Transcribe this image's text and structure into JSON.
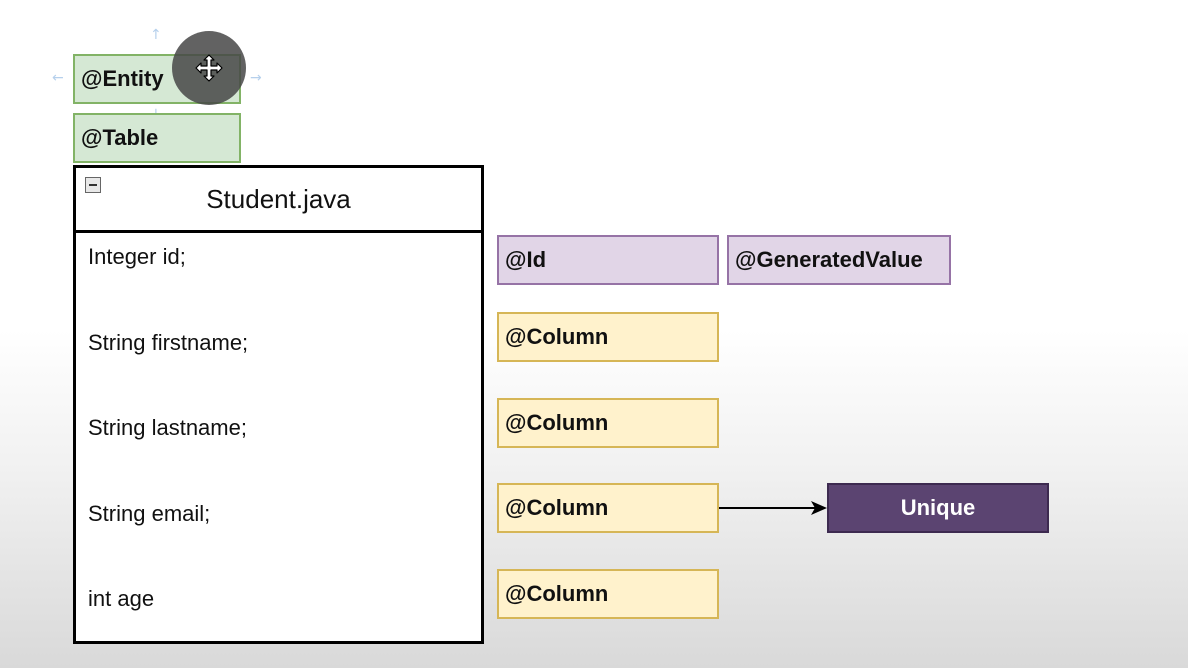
{
  "annotations": {
    "entity": "@Entity",
    "table": "@Table",
    "id": "@Id",
    "generated_value": "@GeneratedValue",
    "column": "@Column"
  },
  "class_box": {
    "title": "Student.java",
    "fields": [
      "Integer id;",
      "String firstname;",
      "String lastname;",
      "String email;",
      "int age"
    ]
  },
  "constraint": {
    "label": "Unique"
  },
  "colors": {
    "green_fill": "#d5e8d4",
    "purple_fill": "#e1d5e7",
    "yellow_fill": "#fff2cc",
    "unique_fill": "#5b4471"
  },
  "icons": [
    "move-icon",
    "collapse-icon",
    "arrow-right-icon"
  ]
}
